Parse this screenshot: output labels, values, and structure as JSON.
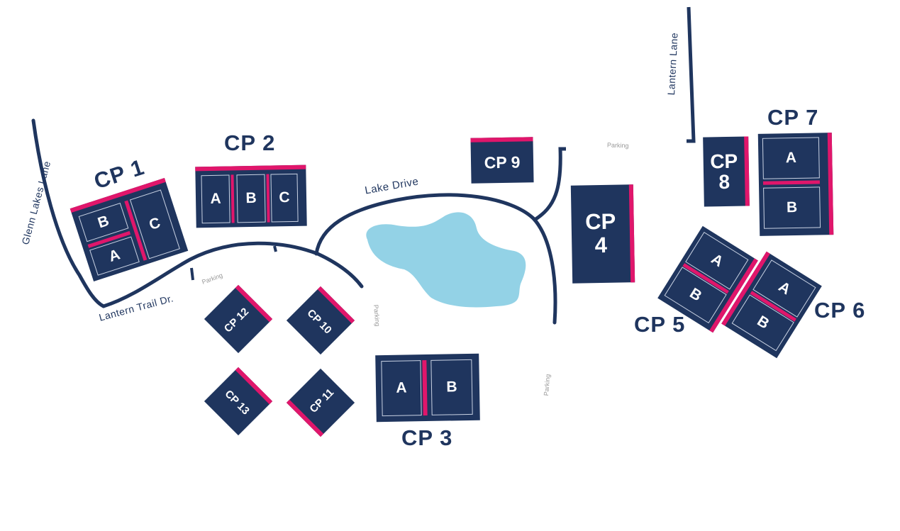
{
  "colors": {
    "building": "#1f355e",
    "accent": "#e0166b",
    "lake": "#93d2e6",
    "road": "#1f355e",
    "background": "#ffffff"
  },
  "roads": {
    "glenn_lakes": "Glenn Lakes Lane",
    "lantern_trail": "Lantern Trail Dr.",
    "lake_drive": "Lake Drive",
    "lantern_lane": "Lantern Lane"
  },
  "parking": {
    "p1": "Parking",
    "p2": "Parking",
    "p3": "Parking",
    "p4": "Parking"
  },
  "buildings": {
    "cp1": {
      "name": "CP 1",
      "units": [
        "B",
        "C",
        "A"
      ]
    },
    "cp2": {
      "name": "CP 2",
      "units": [
        "A",
        "B",
        "C"
      ]
    },
    "cp3": {
      "name": "CP 3",
      "units": [
        "A",
        "B"
      ]
    },
    "cp4": {
      "name": "CP\n4"
    },
    "cp5": {
      "name": "CP 5",
      "units": [
        "A",
        "B"
      ]
    },
    "cp6": {
      "name": "CP 6",
      "units": [
        "A",
        "B"
      ]
    },
    "cp7": {
      "name": "CP 7",
      "units": [
        "A",
        "B"
      ]
    },
    "cp8": {
      "name": "CP\n8"
    },
    "cp9": {
      "name": "CP 9"
    },
    "cp10": {
      "name": "CP 10"
    },
    "cp11": {
      "name": "CP 11"
    },
    "cp12": {
      "name": "CP 12"
    },
    "cp13": {
      "name": "CP 13"
    }
  }
}
